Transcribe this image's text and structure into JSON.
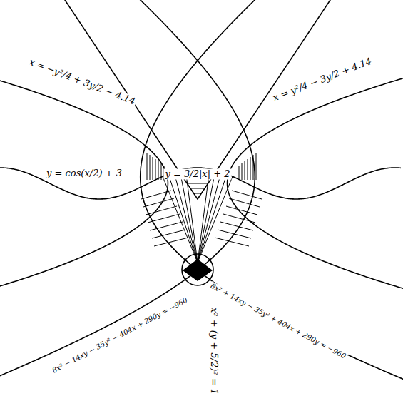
{
  "diagram": {
    "labels": [
      "x = −y²/4 + 3y/2 − 4.14",
      "x = y²/4 − 3y/2 + 4.14",
      "y = 3/2|x| + 2",
      "y = cos(x/2) + 3",
      "8x² − 14xy − 35y² − 404x + 290y = −960",
      "8x² + 14xy − 35y² + 404x + 290y = −960",
      "x² + (y + 5/2)² = 1"
    ]
  }
}
